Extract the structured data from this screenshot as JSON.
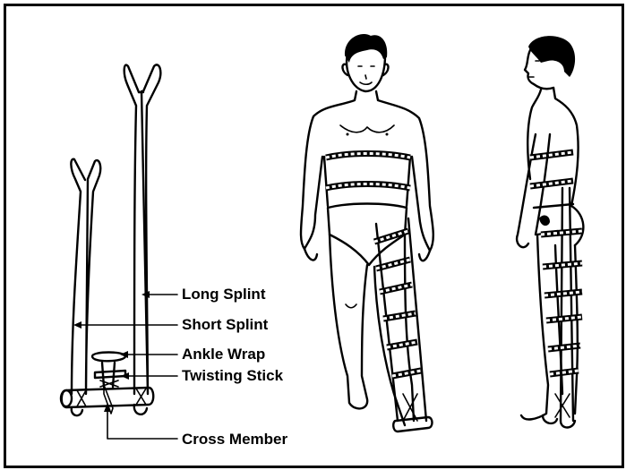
{
  "labels": {
    "long_splint": "Long Splint",
    "short_splint": "Short Splint",
    "ankle_wrap": "Ankle Wrap",
    "twisting_stick": "Twisting Stick",
    "cross_member": "Cross Member"
  }
}
